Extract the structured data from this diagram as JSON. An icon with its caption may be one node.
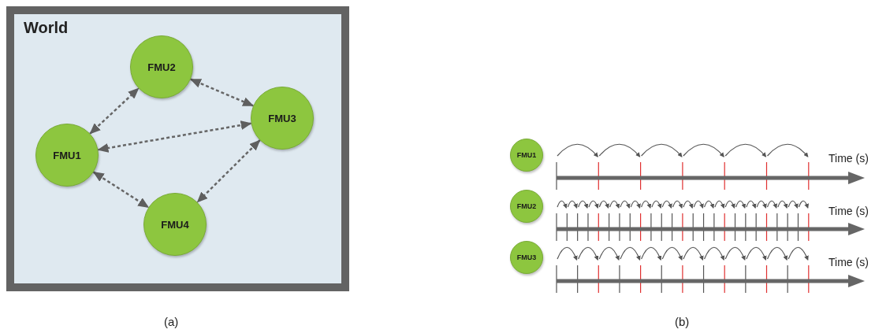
{
  "diagram": {
    "nodes": [
      {
        "text": [
          "World"
        ]
      },
      {
        "text": [
          "FMU2"
        ],
        "in": 0
      },
      {
        "text": [
          "FMU3"
        ],
        "in": 0
      },
      {
        "text": [
          "FMU1"
        ],
        "in": 0
      },
      {
        "text": [
          "FMU4"
        ],
        "in": 0
      },
      {
        "text": [
          "FMU1"
        ]
      },
      {
        "text": [
          "FMU2"
        ]
      },
      {
        "text": [
          "FMU3"
        ]
      }
    ],
    "edges": [
      {
        "from": 3,
        "to": 1,
        "arrow": "both",
        "style": "dashed"
      },
      {
        "from": 1,
        "to": 2,
        "arrow": "both",
        "style": "dashed"
      },
      {
        "from": 2,
        "to": 3,
        "arrow": "both",
        "style": "dashed"
      },
      {
        "from": 3,
        "to": 4,
        "arrow": "both",
        "style": "dashed"
      },
      {
        "from": 2,
        "to": 4,
        "arrow": "both",
        "style": "dashed"
      }
    ],
    "labels": [
      "Time (s)",
      "Time (s)",
      "Time (s)",
      "(a)",
      "(b)"
    ]
  }
}
